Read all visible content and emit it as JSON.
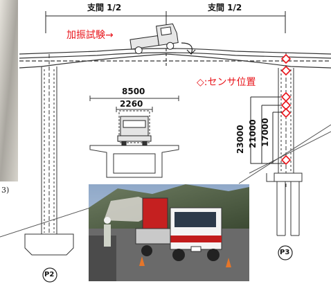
{
  "span_labels": {
    "left": "支間 1/2",
    "right": "支間 1/2"
  },
  "excitation_label": "加振試験→",
  "sensor_legend": "◇:センサ位置",
  "cross_section": {
    "total_width": "8500",
    "lane_width": "2260"
  },
  "heights": {
    "h1": "23000",
    "h2": "21000",
    "h3": "17000"
  },
  "piers": {
    "left": "P2",
    "right": "P3"
  },
  "footnote": "3)",
  "colors": {
    "accent_red": "#e8141a",
    "line": "#333333",
    "truck": "#d8d8d8"
  }
}
